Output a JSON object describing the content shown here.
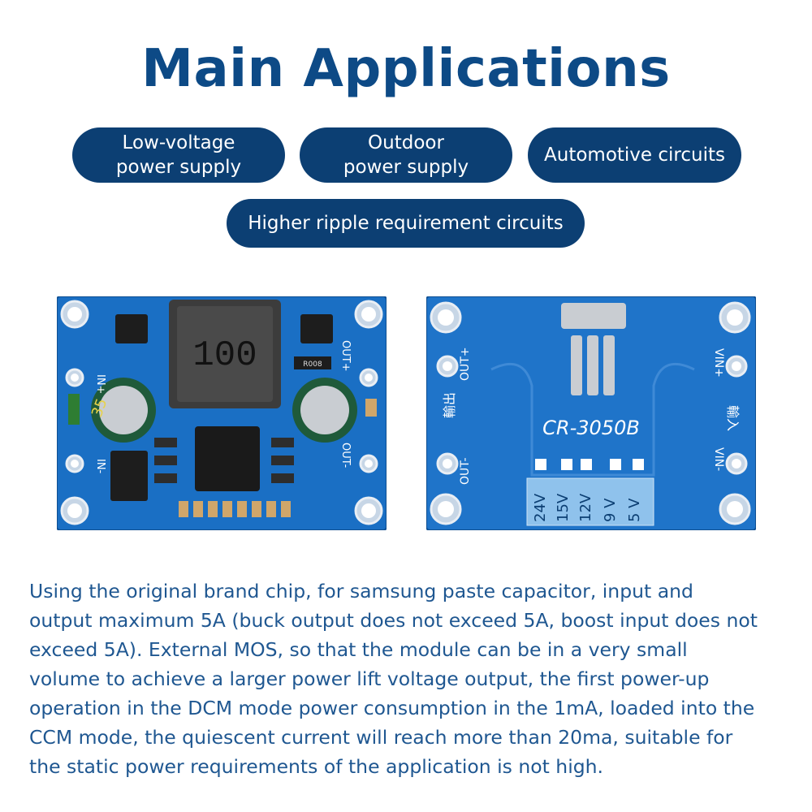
{
  "title": "Main Applications",
  "applications": [
    {
      "line1": "Low-voltage",
      "line2": "power supply"
    },
    {
      "line1": "Outdoor",
      "line2": "power supply"
    },
    {
      "line1": "Automotive circuits"
    },
    {
      "line1": "Higher ripple requirement circuits"
    }
  ],
  "boards": {
    "front": {
      "inductor_code": "100",
      "resistor_code": "R008",
      "pins": {
        "in_plus": "IN+",
        "in_minus": "IN-",
        "out_plus": "OUT+",
        "out_minus": "OUT-"
      },
      "cap_label": "35"
    },
    "back": {
      "model": "CR-3050B",
      "pins": {
        "out_plus": "OUT+",
        "out_minus": "OUT-",
        "vin_plus": "VIN+",
        "vin_minus": "VIN-"
      },
      "output_label": "輸出",
      "input_label": "輸入",
      "voltages": [
        "24V",
        "15V",
        "12V",
        "9 V",
        "5 V"
      ]
    }
  },
  "description_lines": [
    "Using the original brand chip, for samsung paste capacitor, input and",
    "output maximum 5A (buck output does not exceed 5A, boost input does not",
    "exceed 5A). External MOS, so that the module can be in a very small",
    "volume to achieve a larger power lift voltage output, the first power-up",
    "operation in the DCM mode power consumption in the 1mA, loaded into the",
    "CCM mode, the quiescent current will reach more than 20ma, suitable for",
    "the static power requirements of the application is not high."
  ],
  "colors": {
    "title": "#0d4a86",
    "pill": "#0c3f73",
    "pcb": "#1a6fc4",
    "text": "#1f5791"
  }
}
